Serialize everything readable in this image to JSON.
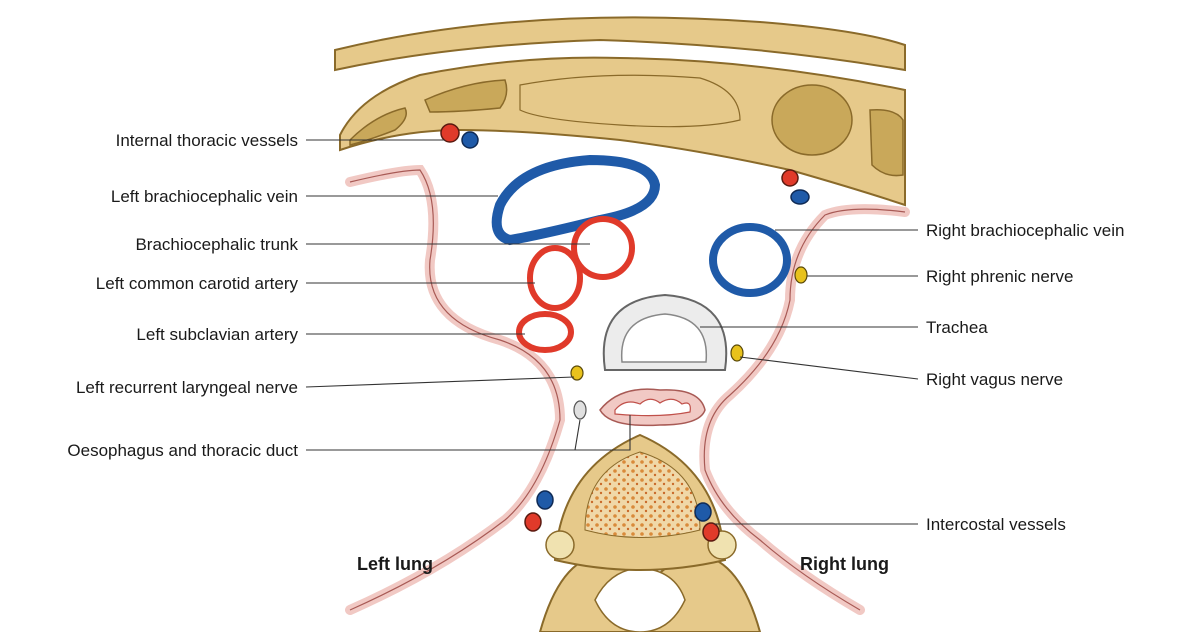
{
  "labels": {
    "internal_thoracic_vessels": "Internal thoracic vessels",
    "left_brachiocephalic_vein": "Left brachiocephalic vein",
    "brachiocephalic_trunk": "Brachiocephalic trunk",
    "left_common_carotid_artery": "Left common carotid artery",
    "left_subclavian_artery": "Left subclavian artery",
    "left_recurrent_laryngeal_nerve": "Left recurrent laryngeal nerve",
    "oesophagus_thoracic_duct": "Oesophagus and thoracic duct",
    "right_brachiocephalic_vein": "Right brachiocephalic vein",
    "right_phrenic_nerve": "Right phrenic nerve",
    "trachea": "Trachea",
    "right_vagus_nerve": "Right vagus nerve",
    "intercostal_vessels": "Intercostal vessels",
    "left_lung": "Left lung",
    "right_lung": "Right lung"
  },
  "colors": {
    "artery": "#e03a2a",
    "vein": "#1f5aa8",
    "nerve": "#e8c21c",
    "pleura": "#f1c9c4",
    "bone": "#e6c98a",
    "muscle": "#c9a85a",
    "trachea": "#d9d9d9"
  }
}
